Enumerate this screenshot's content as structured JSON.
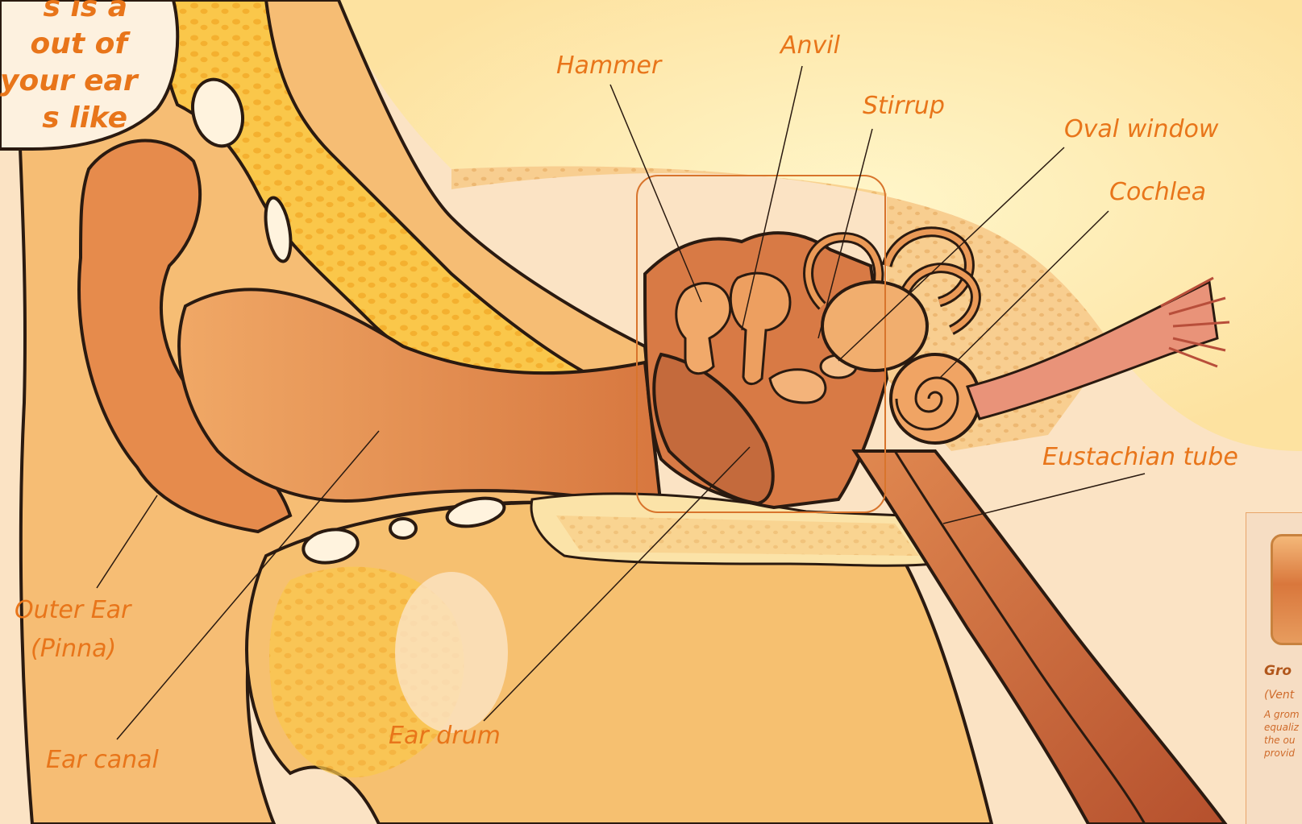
{
  "bubble": {
    "lines": [
      "s is a",
      "out of",
      "your ear",
      "s like"
    ]
  },
  "labels": {
    "hammer": "Hammer",
    "anvil": "Anvil",
    "stirrup": "Stirrup",
    "oval_window": "Oval window",
    "cochlea": "Cochlea",
    "eustachian_tube": "Eustachian tube",
    "outer_ear_line1": "Outer Ear",
    "outer_ear_line2": "(Pinna)",
    "ear_canal": "Ear canal",
    "ear_drum": "Ear drum"
  },
  "info_panel": {
    "title": "Gro",
    "subtitle": "(Vent",
    "body_lines": [
      "A grom",
      "equaliz",
      "the ou",
      "provid"
    ]
  },
  "colors": {
    "label": "#e8751a",
    "ear_skin": "#f6bd74",
    "ear_dark": "#df8742",
    "canal": "#e49556",
    "bone": "#fbe1a2",
    "middle_ear": "#d87a45",
    "outline": "#2a1a10"
  }
}
